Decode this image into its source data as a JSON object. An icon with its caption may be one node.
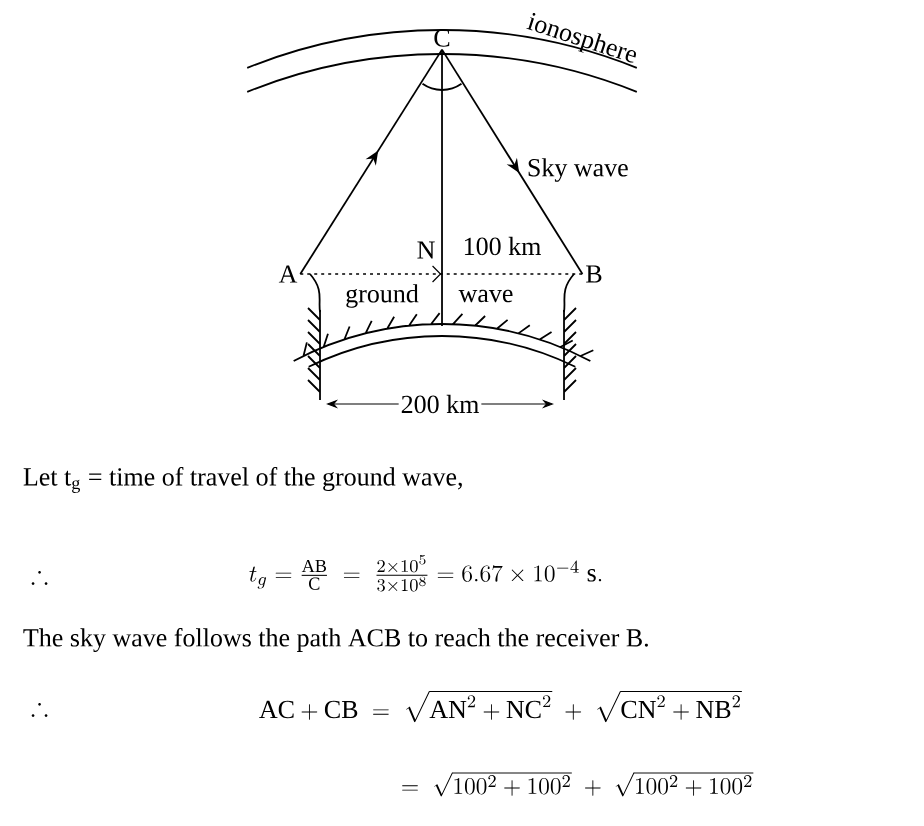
{
  "diagram": {
    "nodes": [
      {
        "text": [
          "C"
        ]
      },
      {
        "text": [
          "A"
        ]
      },
      {
        "text": [
          "N"
        ]
      },
      {
        "text": [
          "B"
        ]
      }
    ],
    "edges": [
      {
        "from": 1,
        "to": 0,
        "arrow": "to"
      },
      {
        "from": 0,
        "to": 3,
        "arrow": "to"
      },
      {
        "from": 0,
        "to": 2,
        "arrow": "none"
      },
      {
        "from": 1,
        "to": 3,
        "arrow": "to",
        "style": "dashed"
      }
    ],
    "labels": [
      "ionosphere",
      "Sky wave",
      "100 km",
      "ground",
      "wave",
      "200 km",
      "Let t$_{g}$ = time of travel of the ground wave,",
      "\\therefore",
      "t_{g} = \\frac{\\mathrm{AB}}{\\mathrm{C}} \\;=\\; \\frac{2\\times10^{5}}{3\\times10^{8}} = 6.67\\times10^{-4}\\ \\mathrm{s.}",
      "The sky wave follows the path ACB to reach the receiver B.",
      "\\therefore",
      "\\mathrm{AC}+\\mathrm{CB} \\;=\\; \\sqrt{\\mathrm{AN}^{2}+\\mathrm{NC}^{2}} \\;+\\; \\sqrt{\\mathrm{CN}^{2}+\\mathrm{NB}^{2}}",
      "= \\;\\sqrt{100^{2}+100^{2}} \\;+\\; \\sqrt{100^{2}+100^{2}}"
    ]
  }
}
